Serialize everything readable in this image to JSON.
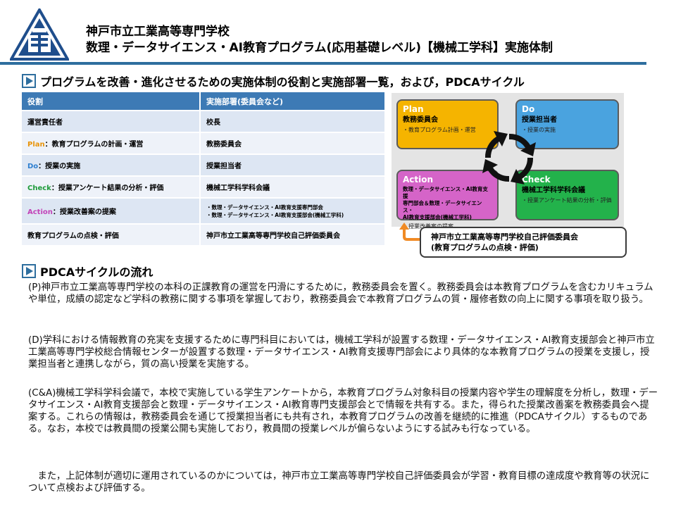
{
  "header": {
    "school_name": "神戸市立工業高等専門学校",
    "program_title": "数理・データサイエンス・AI教育プログラム(応用基礎レベル)【機械工学科】実施体制"
  },
  "sections": {
    "structure_heading": "プログラムを改善・進化させるための実施体制の役割と実施部署一覧，および，PDCAサイクル",
    "flow_heading": "PDCAサイクルの流れ"
  },
  "table": {
    "headers": [
      "役割",
      "実施部署(委員会など)"
    ],
    "rows": [
      {
        "role_prefix": "",
        "role": "運営責任者",
        "dept": "校長"
      },
      {
        "role_prefix": "Plan",
        "role": "：教育プログラムの計画・運営",
        "dept": "教務委員会"
      },
      {
        "role_prefix": "Do",
        "role": "：授業の実施",
        "dept": "授業担当者"
      },
      {
        "role_prefix": "Check",
        "role": "：授業アンケート結果の分析・評価",
        "dept": "機械工学科学科会議"
      },
      {
        "role_prefix": "Action",
        "role": "：授業改善案の提案",
        "dept_lines": [
          "・数理・データサイエンス・AI教育支援専門部会",
          "・数理・データサイエンス・AI教育支援部会(機械工学科)"
        ]
      },
      {
        "role_prefix": "",
        "role": "教育プログラムの点検・評価",
        "dept": "神戸市立工業高等専門学校自己評価委員会"
      }
    ]
  },
  "pdca": {
    "plan": {
      "title": "Plan",
      "org": "教務委員会",
      "desc": "・教育プログラム計画・運営"
    },
    "do": {
      "title": "Do",
      "org": "授業担当者",
      "desc": "・授業の実施"
    },
    "action": {
      "title": "Action",
      "org_lines": [
        "数理・データサイエンス・AI教育支援",
        "専門部会＆数理・データサイエンス・",
        "AI教育支援部会(機械工学科)"
      ],
      "desc": "・授業改善案の提案"
    },
    "check": {
      "title": "Check",
      "org": "機械工学科学科会議",
      "desc": "・授業アンケート結果の分析・評価"
    },
    "evaluation": {
      "line1": "神戸市立工業高等専門学校自己評価委員会",
      "line2": "(教育プログラムの点検・評価)"
    }
  },
  "paragraphs": [
    "(P)神戸市立工業高等専門学校の本科の正課教育の運営を円滑にするために，教務委員会を置く。教務委員会は本教育プログラムを含むカリキュラムや単位，成績の認定など学科の教務に関する事項を掌握しており，教務委員会で本教育プログラムの質・履修者数の向上に関する事項を取り扱う。",
    "(D)学科における情報教育の充実を支援するために専門科目においては，機械工学科が設置する数理・データサイエンス・AI教育支援部会と神戸市立工業高等専門学校総合情報センターが設置する数理・データサイエンス・AI教育支援専門部会により具体的な本教育プログラムの授業を支援し，授業担当者と連携しながら，質の高い授業を実施する。",
    "(C&A)機械工学科学科会議で，本校で実施している学生アンケートから，本教育プログラム対象科目の授業内容や学生の理解度を分析し，数理・データサイエンス・AI教育支援部会と数理・データサイエンス・AI教育専門支援部会とで情報を共有する。また，得られた授業改善案を教務委員会へ提案する。これらの情報は，教務委員会を通じて授業担当者にも共有され，本教育プログラムの改善を継続的に推進（PDCAサイクル）するものである。なお，本校では教員間の授業公開も実施しており，教員間の授業レベルが偏らないようにする試みも行なっている。",
    "　また，上記体制が適切に運用されているのかについては，神戸市立工業高等専門学校自己評価委員会が学習・教育目標の達成度や教育等の状況について点検および評価する。"
  ]
}
